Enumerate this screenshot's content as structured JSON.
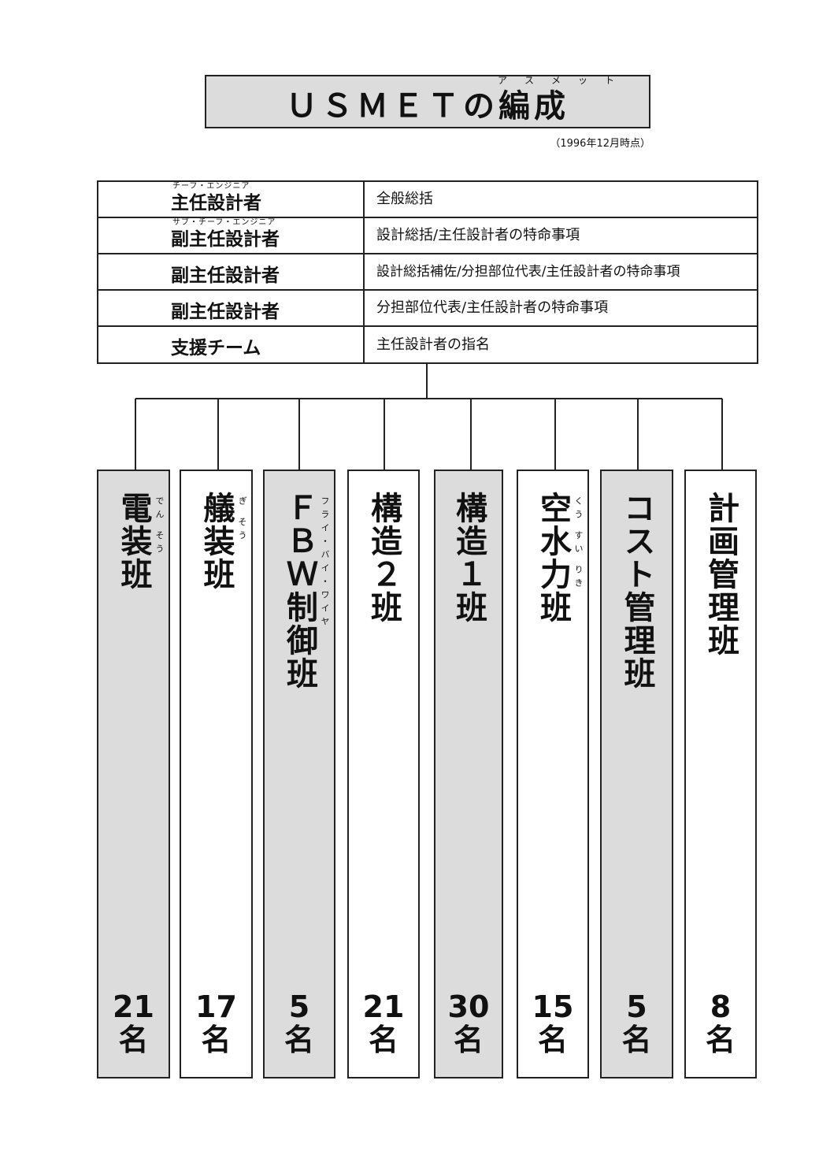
{
  "title": {
    "main": "ＵＳＭＥＴの編成",
    "ruby": "アスメット"
  },
  "date_note": "（1996年12月時点）",
  "roles": [
    {
      "title": "主任設計者",
      "ruby": "チーフ・エンジニア",
      "duty": "全般総括"
    },
    {
      "title": "副主任設計者",
      "ruby": "サブ・チーフ・エンジニア",
      "duty": "設計総括/主任設計者の特命事項"
    },
    {
      "title": "副主任設計者",
      "ruby": "",
      "duty": "設計総括補佐/分担部位代表/主任設計者の特命事項"
    },
    {
      "title": "副主任設計者",
      "ruby": "",
      "duty": "分担部位代表/主任設計者の特命事項"
    },
    {
      "title": "支援チーム",
      "ruby": "",
      "duty": "主任設計者の指名"
    }
  ],
  "teams": [
    {
      "name": "電装班",
      "ruby": "でん そう",
      "count": "21",
      "unit": "名",
      "shaded": true
    },
    {
      "name": "艤装班",
      "ruby": "ぎ そう",
      "count": "17",
      "unit": "名",
      "shaded": false
    },
    {
      "name": "ＦＢＷ制御班",
      "ruby": "フライ・バイ・ワイヤ",
      "count": "5",
      "unit": "名",
      "shaded": true
    },
    {
      "name": "構造２班",
      "ruby": "",
      "count": "21",
      "unit": "名",
      "shaded": false
    },
    {
      "name": "構造１班",
      "ruby": "",
      "count": "30",
      "unit": "名",
      "shaded": true
    },
    {
      "name": "空水力班",
      "ruby": "くう すい りき",
      "count": "15",
      "unit": "名",
      "shaded": false
    },
    {
      "name": "コスト管理班",
      "ruby": "",
      "count": "5",
      "unit": "名",
      "shaded": true
    },
    {
      "name": "計画管理班",
      "ruby": "",
      "count": "8",
      "unit": "名",
      "shaded": false
    }
  ],
  "colors": {
    "shade": "#dcdcdc",
    "line": "#222222",
    "background": "#ffffff"
  }
}
